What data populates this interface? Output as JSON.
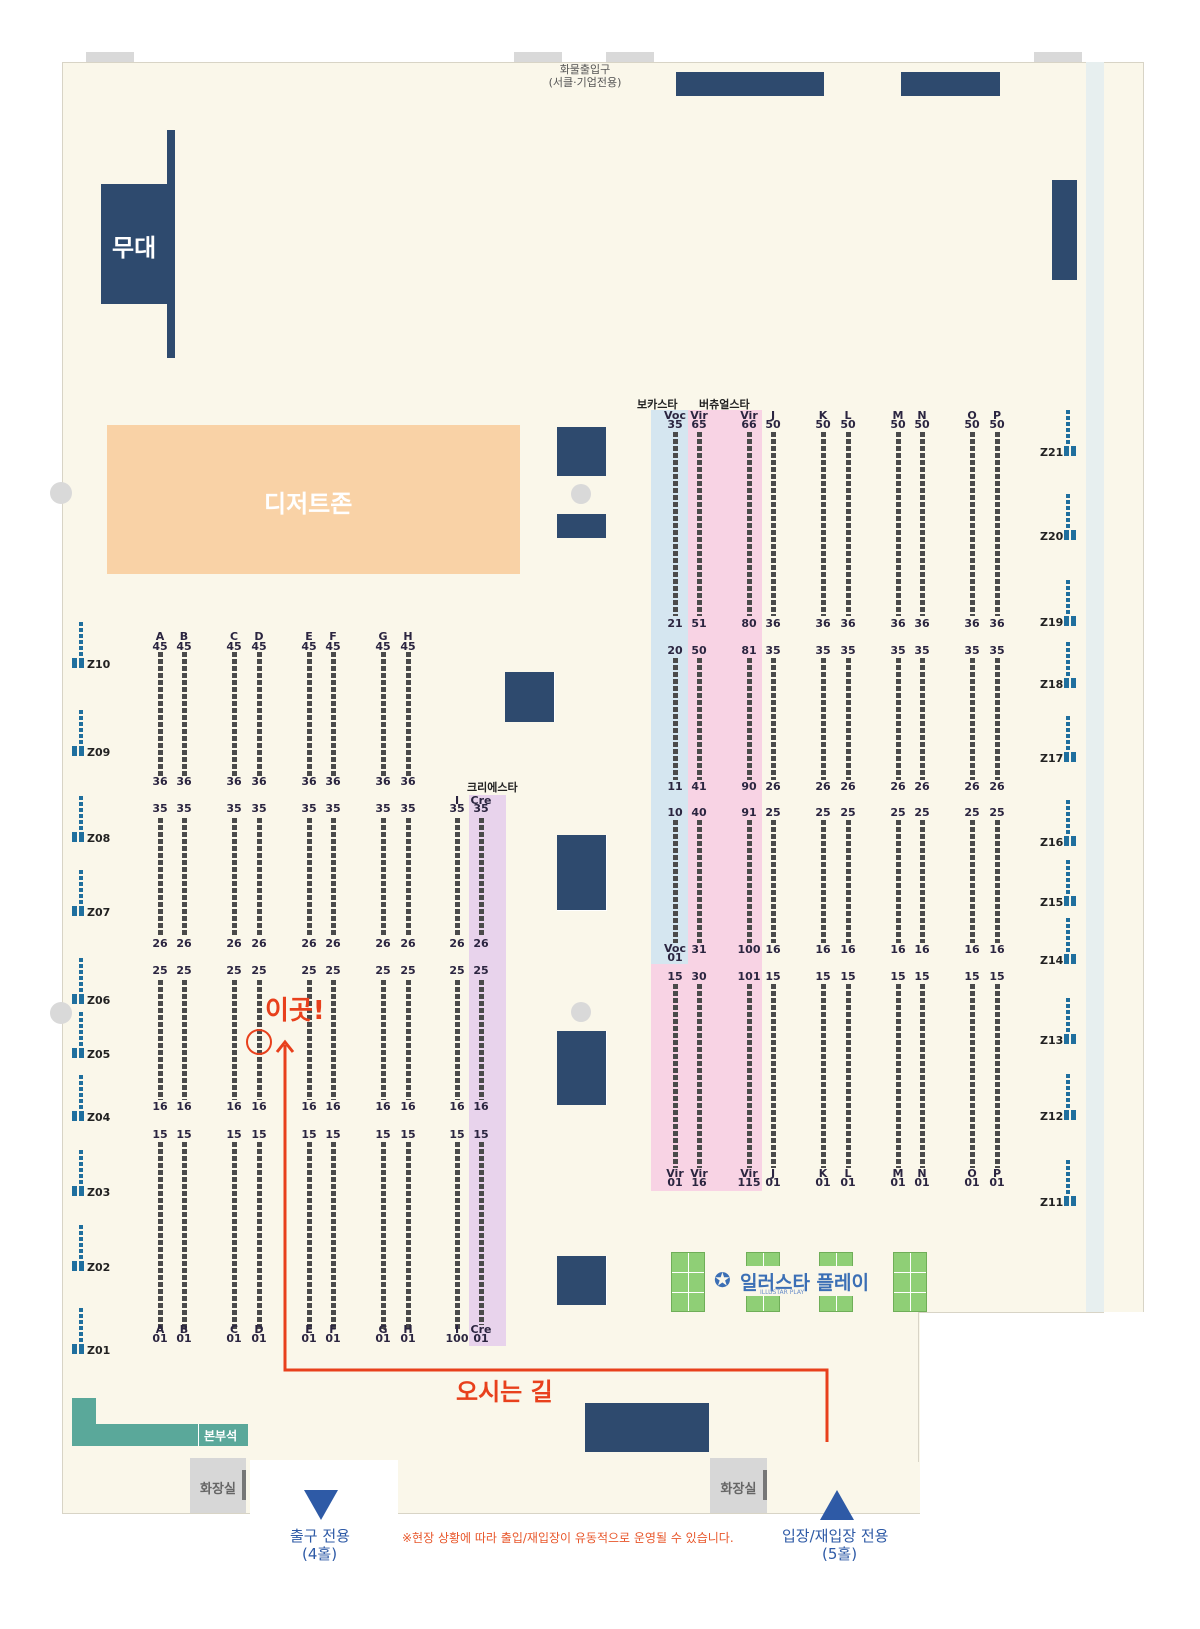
{
  "title": {
    "cargo_entrance": "화물출입구",
    "cargo_sub": "(서클·기업전용)"
  },
  "stage_label": "무대",
  "dessert_zone": "디저트존",
  "bonbu": "본부석",
  "toilet_left": "화장실",
  "toilet_right": "화장실",
  "exit_label": "출구 전용",
  "exit_hall": "(4홀)",
  "entrance_label": "입장/재입장 전용",
  "entrance_hall": "(5홀)",
  "notice": "※현장 상황에 따라 출입/재입장이 유동적으로 운영될 수 있습니다.",
  "here_label": "이곳!",
  "route_label": "오시는 길",
  "vocal_star": "보카스타",
  "vtuber_star": "버츄얼스타",
  "creator_star": "크리에스타",
  "illust_play": "일러스타 플레이",
  "illust_play_sub": "ILLUSTAR PLAY",
  "zones_left": [
    "Z10",
    "Z09",
    "Z08",
    "Z07",
    "Z06",
    "Z05",
    "Z04",
    "Z03",
    "Z02",
    "Z01"
  ],
  "zones_right": [
    "Z21",
    "Z20",
    "Z19",
    "Z18",
    "Z17",
    "Z16",
    "Z15",
    "Z14",
    "Z13",
    "Z12",
    "Z11"
  ],
  "left_rows": {
    "letters": [
      "A",
      "B",
      "C",
      "D",
      "E",
      "F",
      "G",
      "H"
    ],
    "block1": {
      "top": "45",
      "bottom": "36"
    },
    "block2": {
      "top": "35",
      "bottom": "26"
    },
    "block3": {
      "top": "25",
      "bottom": "16"
    },
    "block4": {
      "top": "15",
      "bottom": "01"
    }
  },
  "creator": {
    "i_top": "35",
    "cre_top": "35",
    "cre_label": "Cre",
    "i_label": "I",
    "b3_top": "25",
    "b3_bottom": "16",
    "b2_bottom": "26",
    "i_bottom": "100",
    "cre_bottom": "01"
  },
  "right_cols": {
    "voc": {
      "label": "Voc",
      "b1_top": "35",
      "b1_bot": "21",
      "b2_top": "20",
      "b2_bot": "11",
      "b3_top": "10",
      "b3_bot_label": "Voc",
      "b3_bot": "01"
    },
    "vir1": {
      "label": "Vir",
      "b1_top": "65",
      "b1_bot": "51",
      "b2_top": "50",
      "b2_bot": "41",
      "b3_top": "40",
      "b3_bot": "31",
      "b4_top": "30",
      "b4_bot_label": "Vir",
      "b4_bot": "16"
    },
    "vir2": {
      "label": "Vir",
      "b1_top": "66",
      "b1_bot": "80",
      "b2_top": "81",
      "b2_bot": "90",
      "b3_top": "91",
      "b3_bot": "100",
      "b4_top": "101",
      "b4_bot_label": "Vir",
      "b4_bot": "115"
    },
    "vir_left_b4_bot_label": "Vir",
    "vir_left_b4_bot": "01",
    "letters": [
      "J",
      "K",
      "L",
      "M",
      "N",
      "O",
      "P"
    ],
    "b1_top": "50",
    "b1_bot": "36",
    "b2_top": "35",
    "b2_bot": "26",
    "b3_top": "25",
    "b3_bot": "16",
    "b4_top": "15",
    "b4_bot": "01"
  }
}
